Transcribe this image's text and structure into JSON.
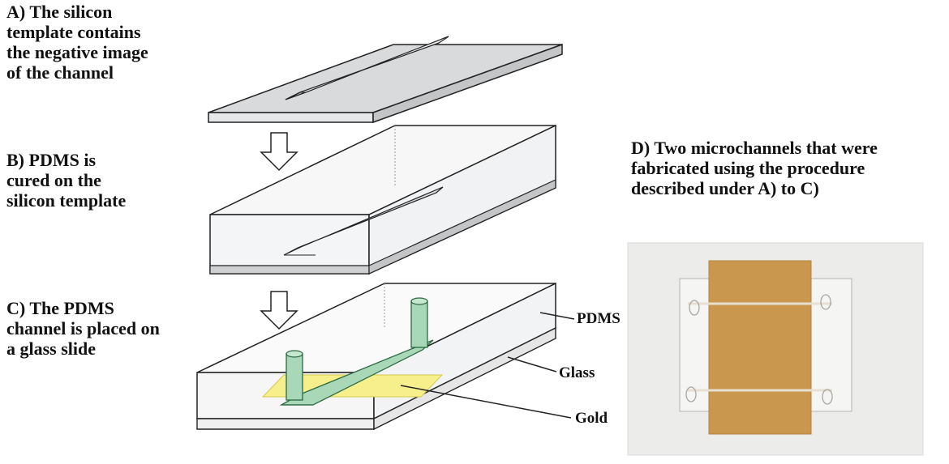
{
  "steps": {
    "a": {
      "lines": [
        "A) The silicon",
        "template contains",
        "the negative image",
        "of the channel"
      ]
    },
    "b": {
      "lines": [
        "B) PDMS is",
        "cured on the",
        "silicon template"
      ]
    },
    "c": {
      "lines": [
        "C) The PDMS",
        "channel is placed on",
        "a glass slide"
      ]
    },
    "d": {
      "lines": [
        "D) Two microchannels that were",
        "fabricated using the procedure",
        "described under A) to C)"
      ]
    }
  },
  "labels": {
    "pdms": "PDMS",
    "glass": "Glass",
    "gold": "Gold"
  },
  "colors": {
    "silicon": "#d9dadb",
    "pdms_tint": "#f4f5f6",
    "channel_green": "#a9d8b8",
    "gold_electrode": "#f7ef8c",
    "photo_gold": "#c9974d",
    "photo_glass": "#ececea"
  }
}
